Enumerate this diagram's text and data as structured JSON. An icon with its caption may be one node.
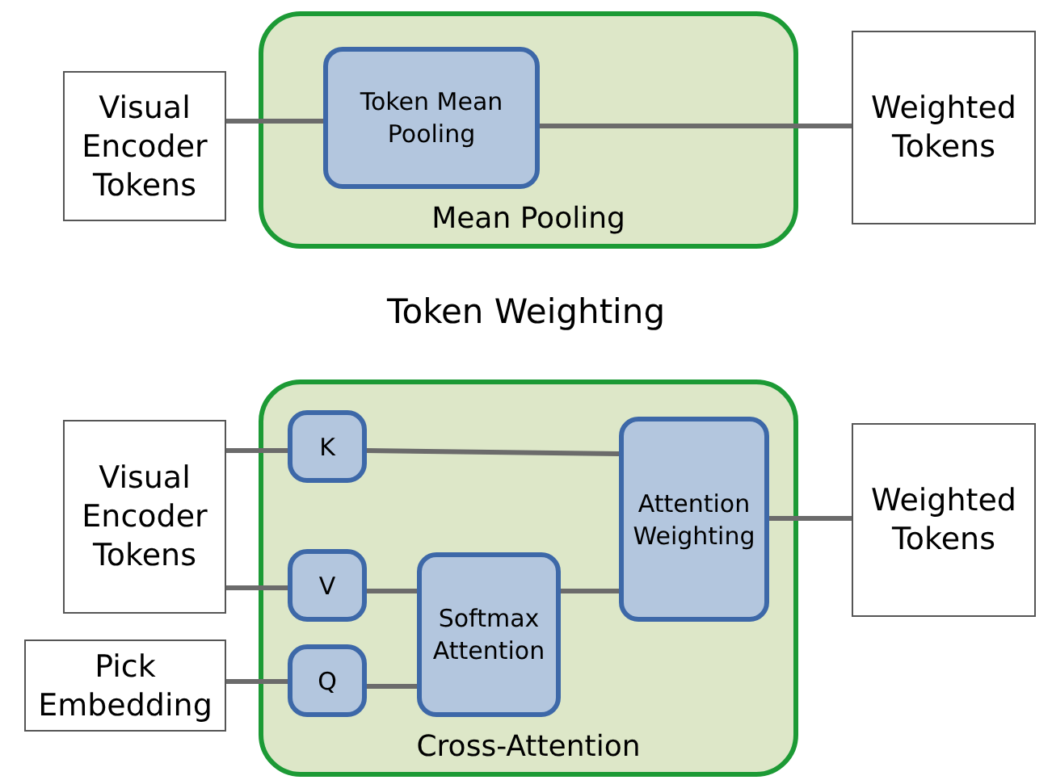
{
  "diagram": {
    "nodes": [
      {
        "text": [
          "Visual Encoder Tokens"
        ]
      },
      {
        "text": [
          "Mean Pooling"
        ]
      },
      {
        "text": [
          "Token Mean Pooling"
        ],
        "in": 1
      },
      {
        "text": [
          "Weighted Tokens"
        ]
      },
      {
        "text": [
          "Visual Encoder Tokens"
        ]
      },
      {
        "text": [
          "Pick Embedding"
        ]
      },
      {
        "text": [
          "Cross-Attention"
        ]
      },
      {
        "text": [
          "K"
        ],
        "in": 6
      },
      {
        "text": [
          "V"
        ],
        "in": 6
      },
      {
        "text": [
          "Q"
        ],
        "in": 6
      },
      {
        "text": [
          "Softmax Attention"
        ],
        "in": 6
      },
      {
        "text": [
          "Attention Weighting"
        ],
        "in": 6
      },
      {
        "text": [
          "Weighted Tokens"
        ]
      }
    ],
    "edges": [
      {
        "from": 0,
        "to": 2,
        "arrow": "none"
      },
      {
        "from": 2,
        "to": 3,
        "arrow": "none"
      },
      {
        "from": 4,
        "to": 7,
        "arrow": "none"
      },
      {
        "from": 4,
        "to": 8,
        "arrow": "none"
      },
      {
        "from": 5,
        "to": 9,
        "arrow": "none"
      },
      {
        "from": 7,
        "to": 11,
        "arrow": "none"
      },
      {
        "from": 8,
        "to": 10,
        "arrow": "none"
      },
      {
        "from": 9,
        "to": 10,
        "arrow": "none"
      },
      {
        "from": 10,
        "to": 11,
        "arrow": "none"
      },
      {
        "from": 11,
        "to": 12,
        "arrow": "none"
      }
    ],
    "labels": [
      "Token Weighting"
    ]
  }
}
